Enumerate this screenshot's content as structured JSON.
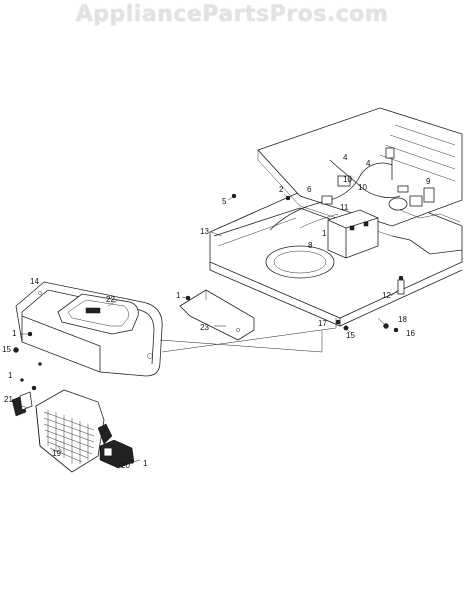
{
  "watermark": "AppliancePartsPros.com",
  "callouts": [
    "1",
    "2",
    "4",
    "5",
    "6",
    "8",
    "9",
    "10",
    "11",
    "12",
    "13",
    "14",
    "15",
    "16",
    "17",
    "18",
    "19",
    "20",
    "21",
    "22",
    "23"
  ],
  "colors": {
    "line": "#222222",
    "watermark": "#e2e2e2",
    "background": "#ffffff"
  }
}
